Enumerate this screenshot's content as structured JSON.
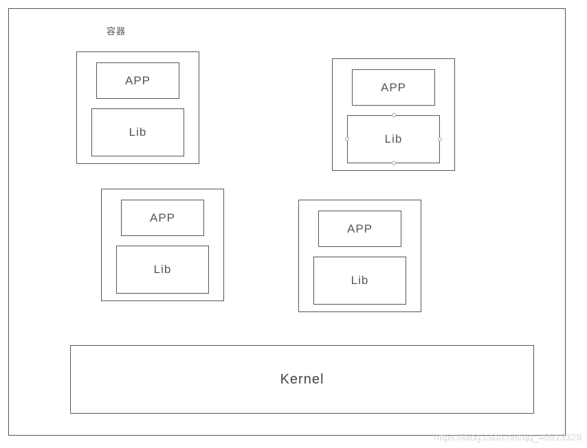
{
  "diagram": {
    "title": "容器",
    "containers": [
      {
        "app_label": "APP",
        "lib_label": "Lib"
      },
      {
        "app_label": "APP",
        "lib_label": "Lib"
      },
      {
        "app_label": "APP",
        "lib_label": "Lib"
      },
      {
        "app_label": "APP",
        "lib_label": "Lib"
      }
    ],
    "kernel_label": "Kernel"
  },
  "watermark": "https://blog.csdn.net/qq_40913329"
}
